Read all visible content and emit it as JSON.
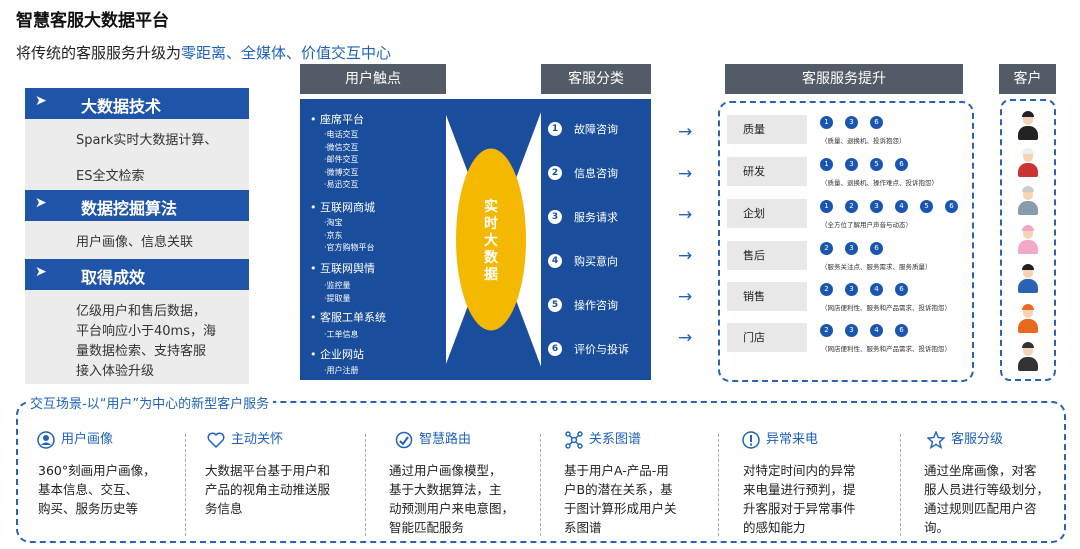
{
  "page": {
    "title": "智慧客服大数据平台",
    "subtitle_prefix": "将传统的客服服务升级为",
    "subtitle_highlight": "零距离、全媒体、价值交互中心"
  },
  "left": {
    "sections": [
      {
        "heading": "大数据技术",
        "lines": [
          "Spark实时大数据计算、",
          "ES全文检索"
        ]
      },
      {
        "heading": "数据挖掘算法",
        "lines": [
          "用户画像、信息关联"
        ]
      },
      {
        "heading": "取得成效",
        "lines": [
          "亿级用户和售后数据，",
          "平台响应小于40ms，海",
          "量数据检索、支持客服",
          "接入体验升级"
        ]
      }
    ]
  },
  "columns": {
    "touch_header": "用户触点",
    "category_header": "客服分类",
    "service_header": "客服服务提升",
    "customer_header": "客户"
  },
  "touchpoints": [
    {
      "name": "座席平台",
      "items": [
        "电话交互",
        "微信交互",
        "邮件交互",
        "微博交互",
        "易迅交互"
      ]
    },
    {
      "name": "互联网商城",
      "items": [
        "淘宝",
        "京东",
        "官方购物平台"
      ]
    },
    {
      "name": "互联网舆情",
      "items": [
        "监控量",
        "提取量"
      ]
    },
    {
      "name": "客服工单系统",
      "items": [
        "工单信息"
      ]
    },
    {
      "name": "企业网站",
      "items": [
        "用户注册"
      ]
    }
  ],
  "center_label": "实时大数据",
  "categories": [
    {
      "num": "1",
      "label": "故障咨询"
    },
    {
      "num": "2",
      "label": "信息咨询"
    },
    {
      "num": "3",
      "label": "服务请求"
    },
    {
      "num": "4",
      "label": "购买意向"
    },
    {
      "num": "5",
      "label": "操作咨询"
    },
    {
      "num": "6",
      "label": "评价与投诉"
    }
  ],
  "arrow_glyph": "→",
  "services": [
    {
      "label": "质量",
      "nums": [
        "1",
        "3",
        "6"
      ],
      "note": "（质量、退换机、投诉抱怨）"
    },
    {
      "label": "研发",
      "nums": [
        "1",
        "3",
        "5",
        "6"
      ],
      "note": "（质量、退换机、操作难点、投诉抱怨）"
    },
    {
      "label": "企划",
      "nums": [
        "1",
        "2",
        "3",
        "4",
        "5",
        "6"
      ],
      "note": "（全方位了解用户声音与动态）"
    },
    {
      "label": "售后",
      "nums": [
        "2",
        "3",
        "6"
      ],
      "note": "（服务关注点、服务需求、服务质量）"
    },
    {
      "label": "销售",
      "nums": [
        "2",
        "3",
        "4",
        "6"
      ],
      "note": "（网店便利性、服务和产品需求、投诉抱怨）"
    },
    {
      "label": "门店",
      "nums": [
        "2",
        "3",
        "4",
        "6"
      ],
      "note": "（网店便利性、服务和产品需求、投诉抱怨）"
    }
  ],
  "customers": [
    {
      "icon": "businessman-avatar-icon",
      "hair": "#222222",
      "body": "#222222"
    },
    {
      "icon": "chef-avatar-icon",
      "hair": "#eeeeee",
      "body": "#cc3333"
    },
    {
      "icon": "elder-avatar-icon",
      "hair": "#cccccc",
      "body": "#8a9bb0"
    },
    {
      "icon": "woman-avatar-icon",
      "hair": "#f2a8c8",
      "body": "#f2a8c8"
    },
    {
      "icon": "man-avatar-icon",
      "hair": "#222222",
      "body": "#2a63b4"
    },
    {
      "icon": "worker-avatar-icon",
      "hair": "#e86a1e",
      "body": "#e86a1e"
    },
    {
      "icon": "beard-avatar-icon",
      "hair": "#333333",
      "body": "#333333"
    }
  ],
  "bottom": {
    "title": "交互场景-以“用户”为中心的新型客户服务",
    "items": [
      {
        "icon": "user-portrait-icon",
        "heading": "用户画像",
        "lines": [
          "360°刻画用户画像，",
          "基本信息、交互、",
          "购买、服务历史等"
        ]
      },
      {
        "icon": "heart-icon",
        "heading": "主动关怀",
        "lines": [
          "大数据平台基于用户和",
          "产品的视角主动推送服",
          "务信息"
        ]
      },
      {
        "icon": "route-icon",
        "heading": "智慧路由",
        "lines": [
          "通过用户画像模型，",
          "基于大数据算法，主",
          "动预测用户来电意图，",
          "智能匹配服务"
        ]
      },
      {
        "icon": "graph-icon",
        "heading": "关系图谱",
        "lines": [
          "基于用户A-产品-用",
          "户B的潜在关系，基",
          "于图计算形成用户关",
          "系图谱"
        ]
      },
      {
        "icon": "alert-icon",
        "heading": "异常来电",
        "lines": [
          "对特定时间内的异常",
          "来电量进行预判，提",
          "升客服对于异常事件",
          "的感知能力"
        ]
      },
      {
        "icon": "star-icon",
        "heading": "客服分级",
        "lines": [
          "通过坐席画像，对客",
          "服人员进行等级划分，",
          "通过规则匹配用户咨",
          "询。"
        ]
      }
    ]
  },
  "colors": {
    "primary_blue": "#1f54a8",
    "header_gray": "#535b66",
    "center_yellow": "#f5b800",
    "accent_blue": "#1e63b8"
  }
}
